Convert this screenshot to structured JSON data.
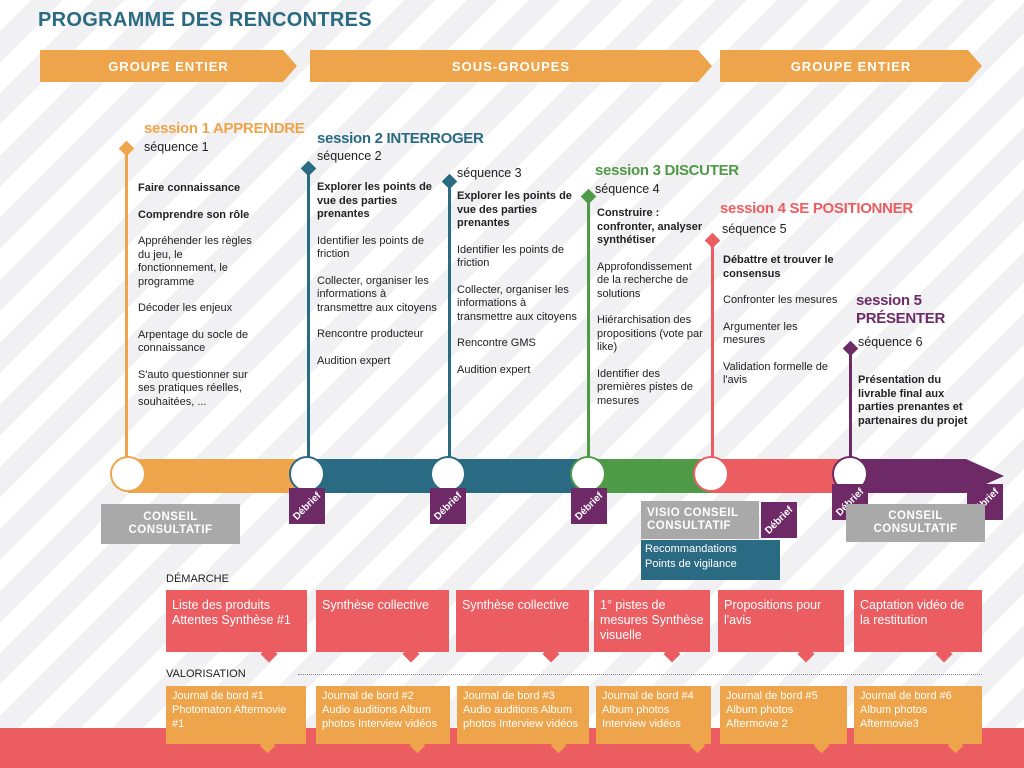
{
  "title": "PROGRAMME DES RENCONTRES",
  "phases": [
    "GROUPE ENTIER",
    "SOUS-GROUPES",
    "GROUPE ENTIER"
  ],
  "colors": {
    "orange": "#eea44a",
    "teal": "#2a6a83",
    "green": "#4f9a46",
    "red": "#ec5d62",
    "purple": "#6e2a67",
    "grey": "#a9a9a9"
  },
  "columns": [
    {
      "session": "session 1 APPRENDRE",
      "sequence": "séquence 1",
      "items": [
        {
          "t": "Faire connaissance",
          "b": true
        },
        {
          "t": "Comprendre son rôle",
          "b": true
        },
        {
          "t": "Appréhender les règles du jeu, le fonctionnement, le programme",
          "b": false
        },
        {
          "t": "Décoder les enjeux",
          "b": false
        },
        {
          "t": "Arpentage du socle de connaissance",
          "b": false
        },
        {
          "t": "S'auto questionner sur ses pratiques réelles, souhaitées, ...",
          "b": false
        }
      ]
    },
    {
      "session": "session 2 INTERROGER",
      "sequence": "séquence 2",
      "items": [
        {
          "t": "Explorer les points de vue des parties prenantes",
          "b": true
        },
        {
          "t": "Identifier les points de friction",
          "b": false
        },
        {
          "t": "Collecter, organiser les informations à transmettre aux citoyens",
          "b": false
        },
        {
          "t": "Rencontre producteur",
          "b": false
        },
        {
          "t": "Audition expert",
          "b": false
        }
      ]
    },
    {
      "session": "",
      "sequence": "séquence 3",
      "items": [
        {
          "t": "Explorer les points de vue des parties prenantes",
          "b": true
        },
        {
          "t": "Identifier les points de friction",
          "b": false
        },
        {
          "t": "Collecter, organiser les informations à transmettre aux citoyens",
          "b": false
        },
        {
          "t": "Rencontre GMS",
          "b": false
        },
        {
          "t": "Audition expert",
          "b": false
        }
      ]
    },
    {
      "session": "session 3 DISCUTER",
      "sequence": "séquence 4",
      "items": [
        {
          "t": "Construire : confronter, analyser synthétiser",
          "b": true
        },
        {
          "t": "Approfondissement de la recherche de solutions",
          "b": false
        },
        {
          "t": "Hiérarchisation des propositions (vote par like)",
          "b": false
        },
        {
          "t": "Identifier des premières pistes de mesures",
          "b": false
        }
      ]
    },
    {
      "session": "session 4 SE POSITIONNER",
      "sequence": "séquence 5",
      "items": [
        {
          "t": "Débattre et trouver le consensus",
          "b": true
        },
        {
          "t": "Confronter les mesures",
          "b": false
        },
        {
          "t": "Argumenter les mesures",
          "b": false
        },
        {
          "t": "Validation formelle de l'avis",
          "b": false
        }
      ]
    },
    {
      "session": "session 5 PRÉSENTER",
      "sequence": "séquence 6",
      "items": [
        {
          "t": "Présentation du livrable final aux parties prenantes et partenaires du projet",
          "b": true
        }
      ]
    }
  ],
  "debrief": "Débrief",
  "conseil": "CONSEIL CONSULTATIF",
  "visio": "VISIO CONSEIL CONSULTATIF",
  "recommandations": "Recommandations Points de vigilance",
  "demarche_label": "DÉMARCHE",
  "valorisation_label": "VALORISATION",
  "demarche": [
    "Liste des produits Attentes Synthèse #1",
    "Synthèse collective",
    "Synthèse collective",
    "1° pistes de mesures Synthèse visuelle",
    "Propositions pour l'avis",
    "Captation vidéo de la restitution"
  ],
  "valorisation": [
    "Journal de bord #1 Photomaton Aftermovie #1",
    "Journal de bord #2 Audio auditions Album photos Interview vidéos",
    "Journal de bord #3 Audio auditions Album photos Interview vidéos",
    "Journal de bord #4 Album photos Interview vidéos",
    "Journal de bord #5 Album photos Aftermovie 2",
    "Journal de bord #6 Album photos Aftermovie3"
  ]
}
